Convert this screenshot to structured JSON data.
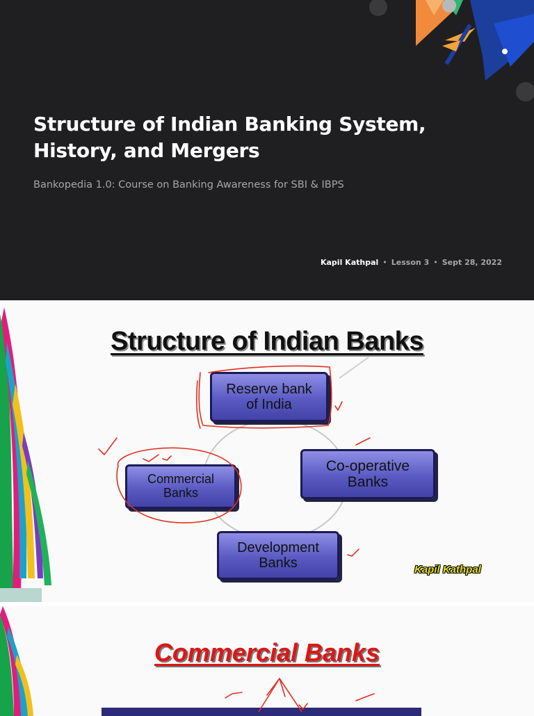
{
  "header": {
    "title": "Structure of Indian Banking System, History, and Mergers",
    "subtitle": "Bankopedia 1.0: Course on Banking Awareness for SBI & IBPS",
    "author": "Kapil Kathpal",
    "lesson": "Lesson 3",
    "date": "Sept 28, 2022",
    "separator": "•"
  },
  "slide1": {
    "title": "Structure of Indian Banks",
    "nodes": {
      "reserve": "Reserve bank\nof India",
      "commercial": "Commercial\nBanks",
      "cooperative": "Co-operative\nBanks",
      "development": "Development\nBanks"
    },
    "watermark": "Kapil Kathpal"
  },
  "slide2": {
    "title": "Commercial Banks"
  },
  "colors": {
    "header_bg": "#1f1f21",
    "box_fill": "#5a5ac2",
    "annotation": "#e0301e",
    "slide2_title": "#e01515"
  }
}
